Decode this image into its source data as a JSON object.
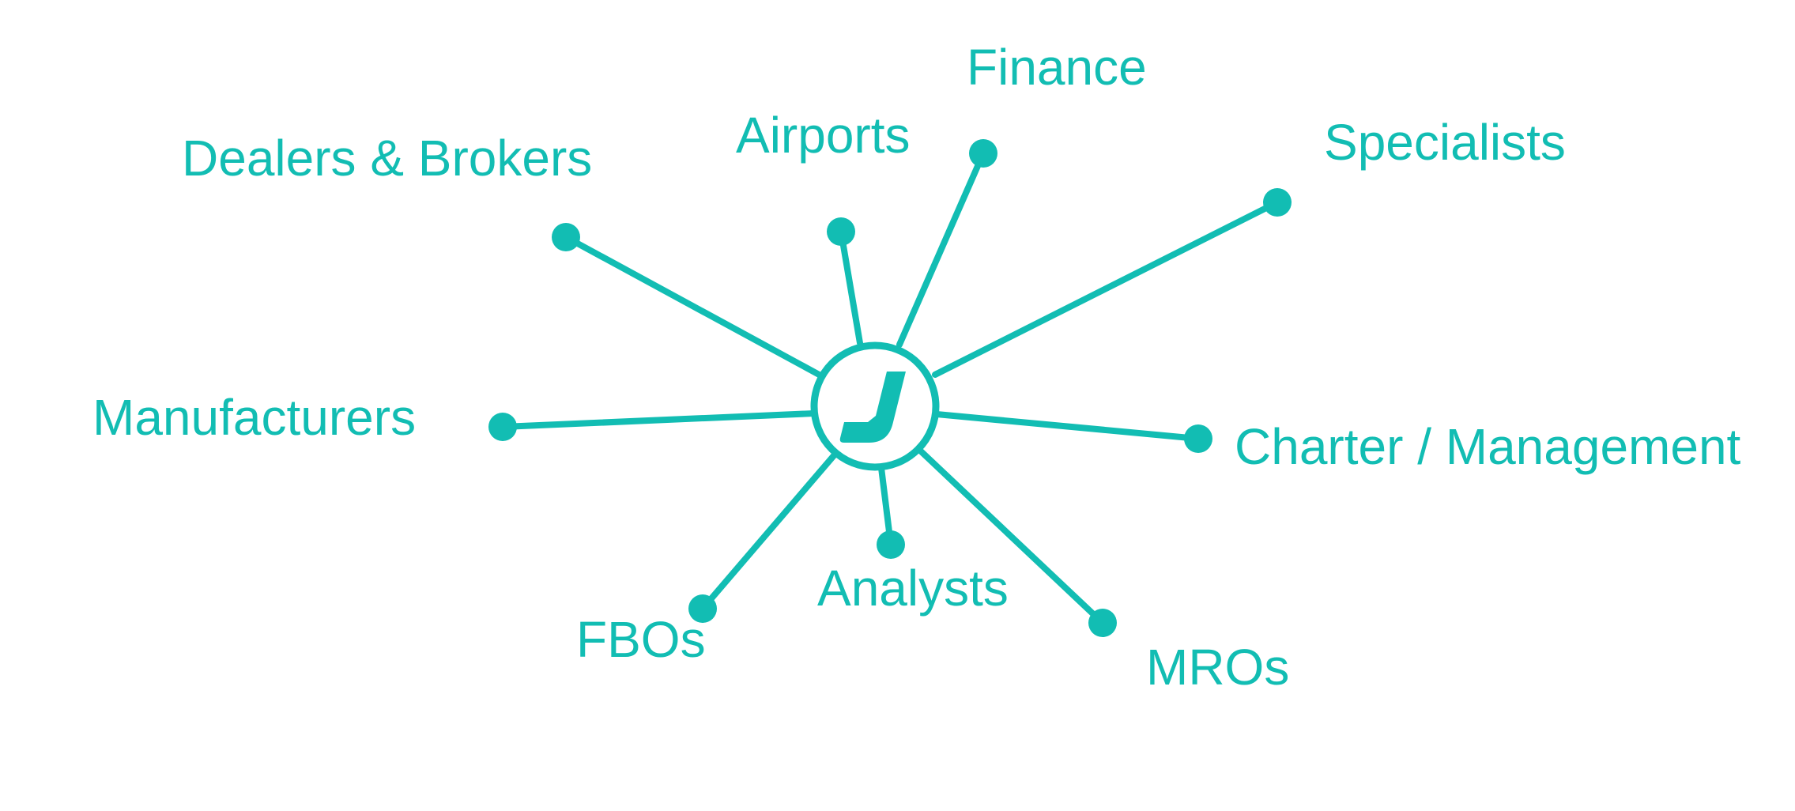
{
  "colors": {
    "accent": "#12BDB3",
    "background": "#FFFFFF"
  },
  "hub": {
    "icon": "j-logo-icon",
    "letter": "J"
  },
  "spokes": [
    {
      "id": "finance",
      "label": "Finance"
    },
    {
      "id": "airports",
      "label": "Airports"
    },
    {
      "id": "dealers-brokers",
      "label": "Dealers & Brokers"
    },
    {
      "id": "specialists",
      "label": "Specialists"
    },
    {
      "id": "manufacturers",
      "label": "Manufacturers"
    },
    {
      "id": "charter-management",
      "label": "Charter / Management"
    },
    {
      "id": "fbos",
      "label": "FBOs"
    },
    {
      "id": "analysts",
      "label": "Analysts"
    },
    {
      "id": "mros",
      "label": "MROs"
    }
  ]
}
